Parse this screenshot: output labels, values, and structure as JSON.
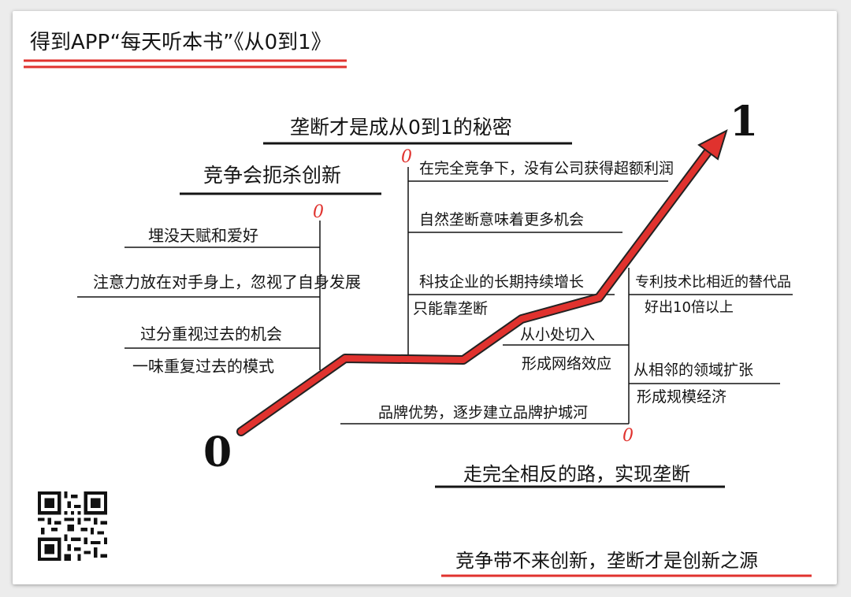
{
  "header": {
    "title": "得到APP“每天听本书”《从0到1》"
  },
  "footer": {
    "conclusion": "竞争带不来创新，垄断才是创新之源"
  },
  "diagram": {
    "start_label": "0",
    "end_label": "1",
    "center_branch": {
      "heading": "垄断才是成从0到1的秘密",
      "marker": "0",
      "items": [
        "在完全竞争下，没有公司获得超额利润",
        "自然垄断意味着更多机会",
        "科技企业的长期持续增长",
        "只能靠垄断"
      ]
    },
    "left_branch": {
      "heading": "竞争会扼杀创新",
      "marker": "0",
      "items": [
        "埋没天赋和爱好",
        "注意力放在对手身上，忽视了自身发展",
        "过分重视过去的机会",
        "一味重复过去的模式"
      ]
    },
    "right_branch": {
      "heading": "走完全相反的路，实现垄断",
      "marker": "0",
      "items": [
        "专利技术比相近的替代品",
        "好出10倍以上",
        "从小处切入",
        "形成网络效应",
        "从相邻的领域扩张",
        "形成规模经济",
        "品牌优势，逐步建立品牌护城河"
      ]
    }
  },
  "colors": {
    "accent": "#e0322e",
    "ink": "#141414"
  },
  "icons": {
    "qr": "qr-code-icon"
  }
}
